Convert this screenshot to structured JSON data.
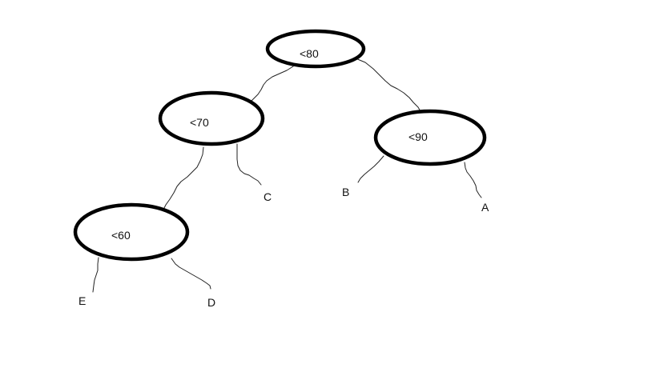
{
  "nodes": {
    "root": {
      "label": "<80"
    },
    "left": {
      "label": "<70"
    },
    "right": {
      "label": "<90"
    },
    "leftleft": {
      "label": "<60"
    }
  },
  "leaves": {
    "a": "A",
    "b": "B",
    "c": "C",
    "d": "D",
    "e": "E"
  }
}
